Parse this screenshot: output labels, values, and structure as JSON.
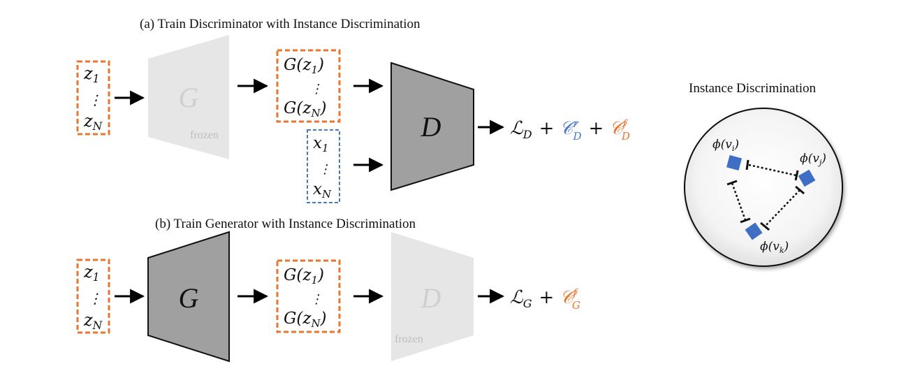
{
  "diagram": {
    "section_a": {
      "title": "(a) Train Discriminator with Instance Discrimination",
      "latent_top": "z",
      "latent_top_sub": "1",
      "latent_dots": "⋮",
      "latent_bottom": "z",
      "latent_bottom_sub": "N",
      "generator_label": "G",
      "generator_note": "frozen",
      "fake_top": "G(z",
      "fake_top_sub": "1",
      "fake_bottom": "G(z",
      "fake_bottom_sub": "N",
      "fake_dots": "⋮",
      "real_top": "x",
      "real_top_sub": "1",
      "real_dots": "⋮",
      "real_bottom": "x",
      "real_bottom_sub": "N",
      "discriminator_label": "D",
      "loss_main": "ℒ",
      "loss_main_sub": "D",
      "plus": "+",
      "real_term": "𝒞",
      "real_term_sup": "r",
      "real_term_sub": "D",
      "fake_term": "𝒞",
      "fake_term_sup": "f",
      "fake_term_sub": "D"
    },
    "section_b": {
      "title": "(b) Train Generator with Instance Discrimination",
      "latent_top": "z",
      "latent_top_sub": "1",
      "latent_dots": "⋮",
      "latent_bottom": "z",
      "latent_bottom_sub": "N",
      "generator_label": "G",
      "fake_top": "G(z",
      "fake_top_sub": "1",
      "fake_dots": "⋮",
      "fake_bottom": "G(z",
      "fake_bottom_sub": "N",
      "discriminator_label": "D",
      "discriminator_note": "frozen",
      "loss_main": "ℒ",
      "loss_main_sub": "G",
      "plus": "+",
      "fake_term": "𝒞",
      "fake_term_sup": "f",
      "fake_term_sub": "G"
    },
    "instance_panel": {
      "title": "Instance Discrimination",
      "node_i": "ϕ(v",
      "node_i_sub": "i",
      "node_j": "ϕ(v",
      "node_j_sub": "j",
      "node_k": "ϕ(v",
      "node_k_sub": "k"
    },
    "colors": {
      "fake_orange": "#e8762d",
      "real_blue": "#4a78c8",
      "active_net": "#a0a0a0",
      "frozen_net": "#e6e6e6",
      "node_blue": "#3f6fc4"
    }
  }
}
